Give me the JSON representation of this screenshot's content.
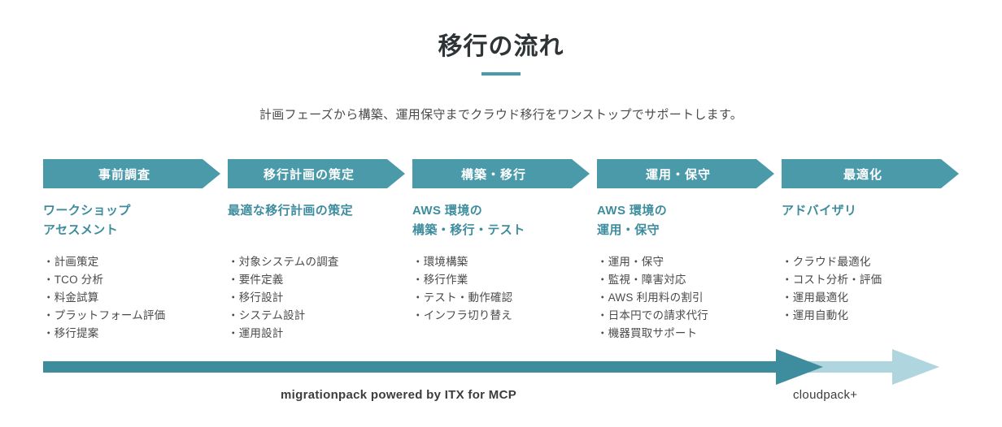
{
  "header": {
    "title": "移行の流れ",
    "subtitle": "計画フェーズから構築、運用保守までクラウド移行をワンストップでサポートします。",
    "divider_color": "#4a9aaa"
  },
  "theme": {
    "chevron_fill": "#4a9aaa",
    "chevron_text": "#ffffff",
    "subtitle_accent": "#3e8d9e",
    "arrow_dark": "#3e8d9e",
    "arrow_light": "#afd6de",
    "body_text": "#4a4a4a"
  },
  "phases": [
    {
      "header": "事前調査",
      "subtitle": "ワークショップ\nアセスメント",
      "items": [
        "・計画策定",
        "・TCO 分析",
        "・料金試算",
        "・プラットフォーム評価",
        "・移行提案"
      ]
    },
    {
      "header": "移行計画の策定",
      "subtitle": "最適な移行計画の策定",
      "items": [
        "・対象システムの調査",
        "・要件定義",
        "・移行設計",
        "・システム設計",
        "・運用設計"
      ]
    },
    {
      "header": "構築・移行",
      "subtitle": "AWS 環境の\n構築・移行・テスト",
      "items": [
        "・環境構築",
        "・移行作業",
        "・テスト・動作確認",
        "・インフラ切り替え"
      ]
    },
    {
      "header": "運用・保守",
      "subtitle": "AWS 環境の\n運用・保守",
      "items": [
        "・運用・保守",
        "・監視・障害対応",
        "・AWS 利用料の割引",
        "・日本円での請求代行",
        "・機器買取サポート"
      ]
    },
    {
      "header": "最適化",
      "subtitle": "アドバイザリ",
      "items": [
        "・クラウド最適化",
        "・コスト分析・評価",
        "・運用最適化",
        "・運用自動化"
      ]
    }
  ],
  "footer": {
    "left_label": "migrationpack powered by ITX for MCP",
    "right_label": "cloudpack+"
  }
}
